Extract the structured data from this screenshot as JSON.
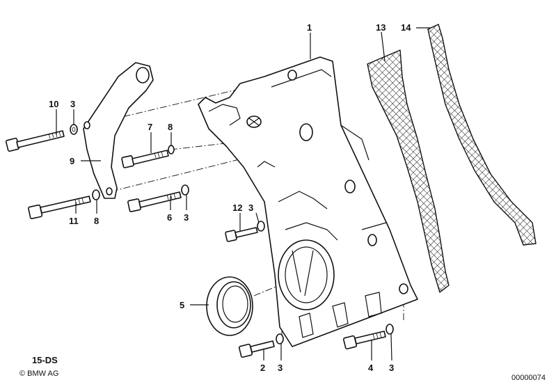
{
  "callouts": {
    "c1": "1",
    "c2": "2",
    "c3a": "3",
    "c3b": "3",
    "c3c": "3",
    "c3d": "3",
    "c3e": "3",
    "c4": "4",
    "c5": "5",
    "c6": "6",
    "c7": "7",
    "c8a": "8",
    "c8b": "8",
    "c9": "9",
    "c10": "10",
    "c11": "11",
    "c12": "12",
    "c13": "13",
    "c14": "14"
  },
  "footer": {
    "code": "15-DS",
    "copyright": "© BMW AG",
    "image_number": "00000074"
  },
  "colors": {
    "ink": "#111111",
    "paper": "#ffffff"
  }
}
